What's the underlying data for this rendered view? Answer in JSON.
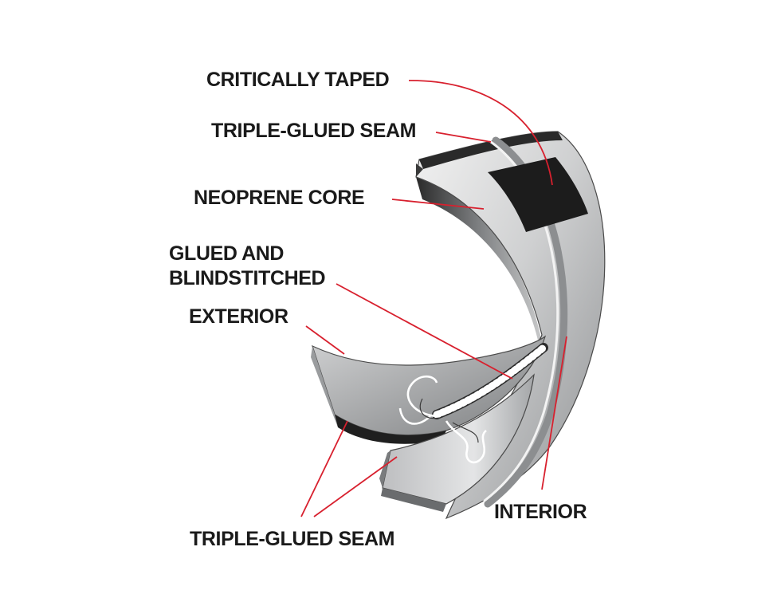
{
  "labels": {
    "critically_taped": "CRITICALLY TAPED",
    "triple_glued_seam_top": "TRIPLE-GLUED SEAM",
    "neoprene_core": "NEOPRENE CORE",
    "glued_and_blindstitched_line1": "GLUED AND",
    "glued_and_blindstitched_line2": "BLINDSTITCHED",
    "exterior": "EXTERIOR",
    "interior": "INTERIOR",
    "triple_glued_seam_bottom": "TRIPLE-GLUED SEAM"
  },
  "colors": {
    "leader_line": "#d8202e",
    "text": "#1a1a1a",
    "neoprene_light": "#d9dadb",
    "neoprene_mid": "#a9abad",
    "neoprene_dark": "#6d6f71",
    "tape_and_edge": "#1c1c1c",
    "stitch": "#ffffff"
  }
}
